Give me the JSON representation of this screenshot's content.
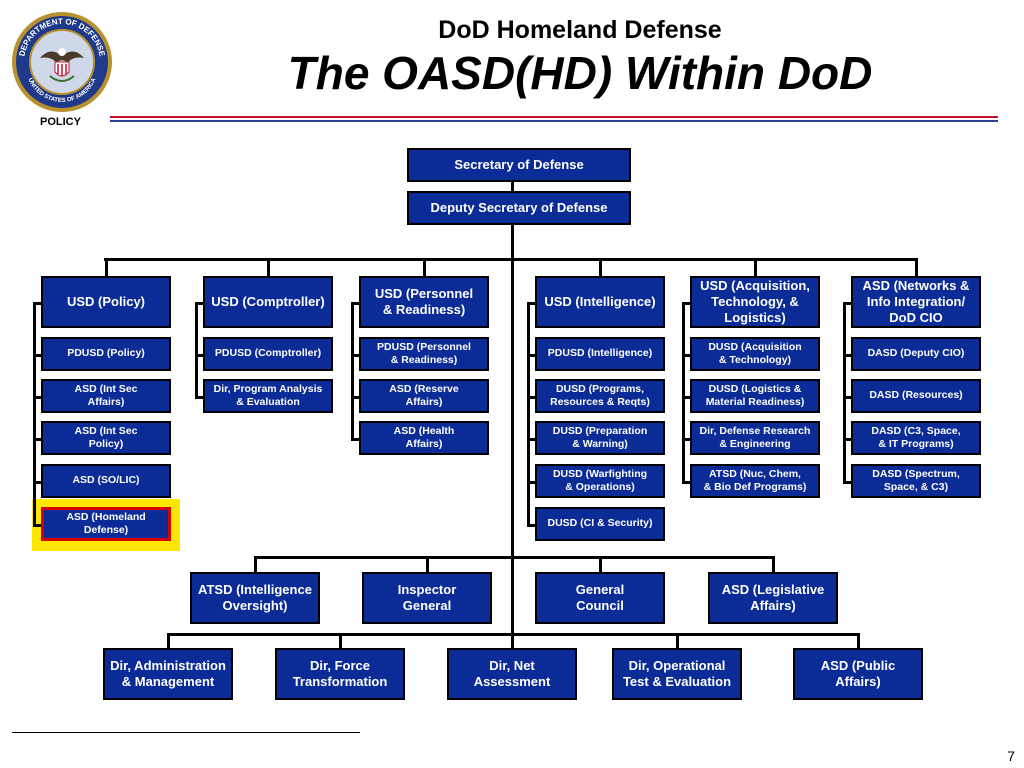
{
  "header": {
    "title_line1": "DoD Homeland Defense",
    "title_line2": "The OASD(HD) Within DoD",
    "policy_label": "POLICY",
    "seal_text_top": "DEPARTMENT OF DEFENSE",
    "seal_text_bottom": "UNITED STATES OF AMERICA"
  },
  "colors": {
    "box_fill": "#0b2b96",
    "rule_red": "#c8102e",
    "rule_blue": "#2a3f8f",
    "highlight": "#ffe600",
    "highlight_border": "#d40000"
  },
  "footer": {
    "page_number": "7"
  },
  "org": {
    "top": [
      "Secretary of Defense",
      "Deputy Secretary of Defense"
    ],
    "columns": [
      {
        "head": "USD (Policy)",
        "items": [
          "PDUSD (Policy)",
          "ASD (Int Sec\nAffairs)",
          "ASD (Int Sec\nPolicy)",
          "ASD (SO/LIC)",
          "ASD (Homeland\nDefense)"
        ]
      },
      {
        "head": "USD (Comptroller)",
        "items": [
          "PDUSD (Comptroller)",
          "Dir, Program Analysis\n& Evaluation"
        ]
      },
      {
        "head": "USD (Personnel\n& Readiness)",
        "items": [
          "PDUSD (Personnel\n& Readiness)",
          "ASD (Reserve\nAffairs)",
          "ASD (Health\nAffairs)"
        ]
      },
      {
        "head": "USD (Intelligence)",
        "items": [
          "PDUSD (Intelligence)",
          "DUSD (Programs,\nResources & Reqts)",
          "DUSD (Preparation\n& Warning)",
          "DUSD (Warfighting\n& Operations)",
          "DUSD (CI & Security)"
        ]
      },
      {
        "head": "USD (Acquisition,\nTechnology, &\nLogistics)",
        "items": [
          "DUSD (Acquisition\n& Technology)",
          "DUSD (Logistics &\nMaterial Readiness)",
          "Dir, Defense Research\n& Engineering",
          "ATSD (Nuc, Chem,\n& Bio Def Programs)"
        ]
      },
      {
        "head": "ASD (Networks &\nInfo Integration/\nDoD CIO",
        "items": [
          "DASD (Deputy CIO)",
          "DASD (Resources)",
          "DASD (C3, Space,\n& IT Programs)",
          "DASD (Spectrum,\nSpace, & C3)"
        ]
      }
    ],
    "row2": [
      "ATSD (Intelligence\nOversight)",
      "Inspector\nGeneral",
      "General\nCouncil",
      "ASD (Legislative\nAffairs)"
    ],
    "row3": [
      "Dir, Administration\n& Management",
      "Dir, Force\nTransformation",
      "Dir, Net\nAssessment",
      "Dir, Operational\nTest & Evaluation",
      "ASD (Public\nAffairs)"
    ]
  }
}
